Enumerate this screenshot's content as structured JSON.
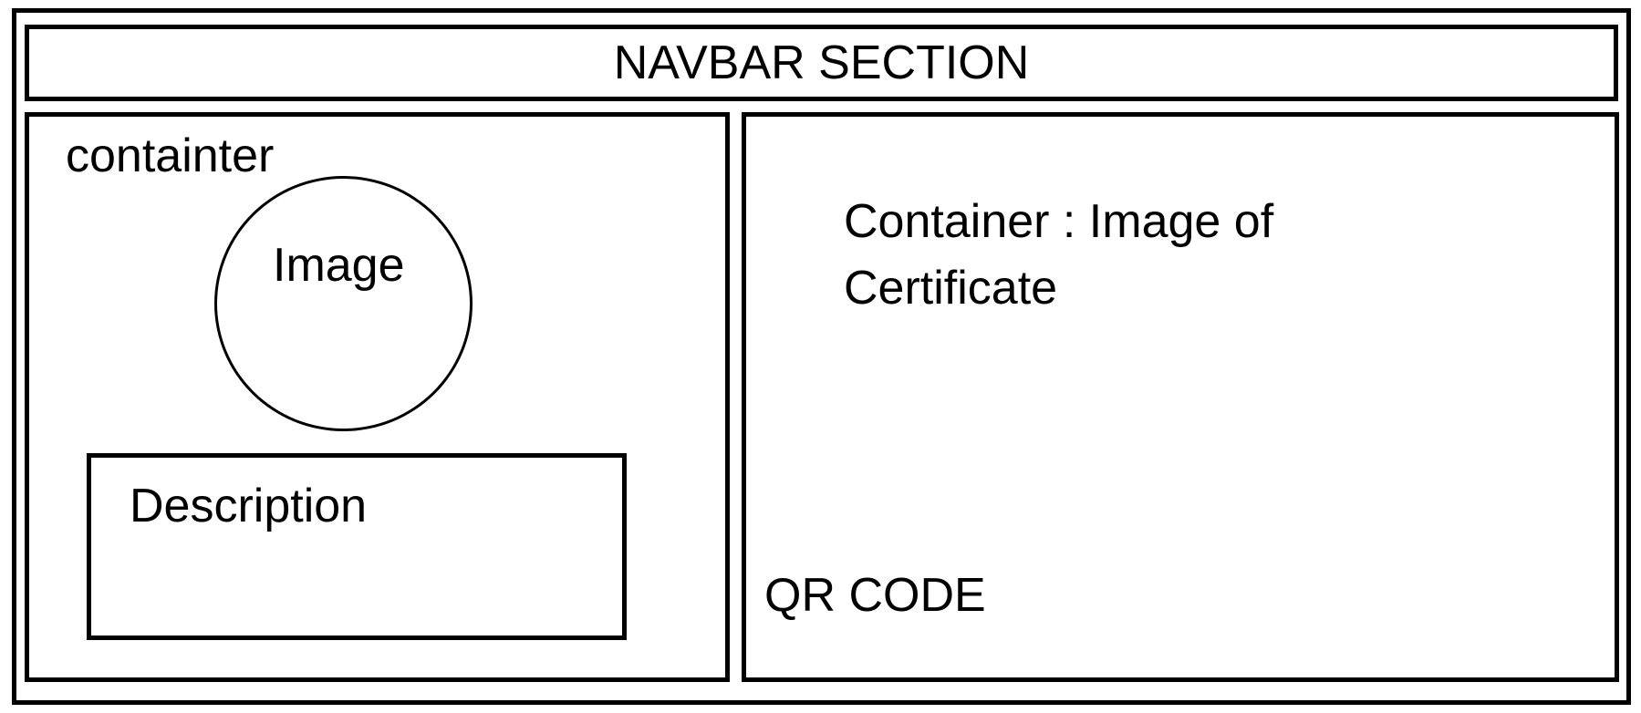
{
  "navbar": {
    "label": "NAVBAR SECTION"
  },
  "left_container": {
    "label": "containter",
    "image_label": "Image",
    "description_label": "Description"
  },
  "right_container": {
    "label": "Container : Image of Certificate",
    "qr_label": "QR CODE"
  }
}
